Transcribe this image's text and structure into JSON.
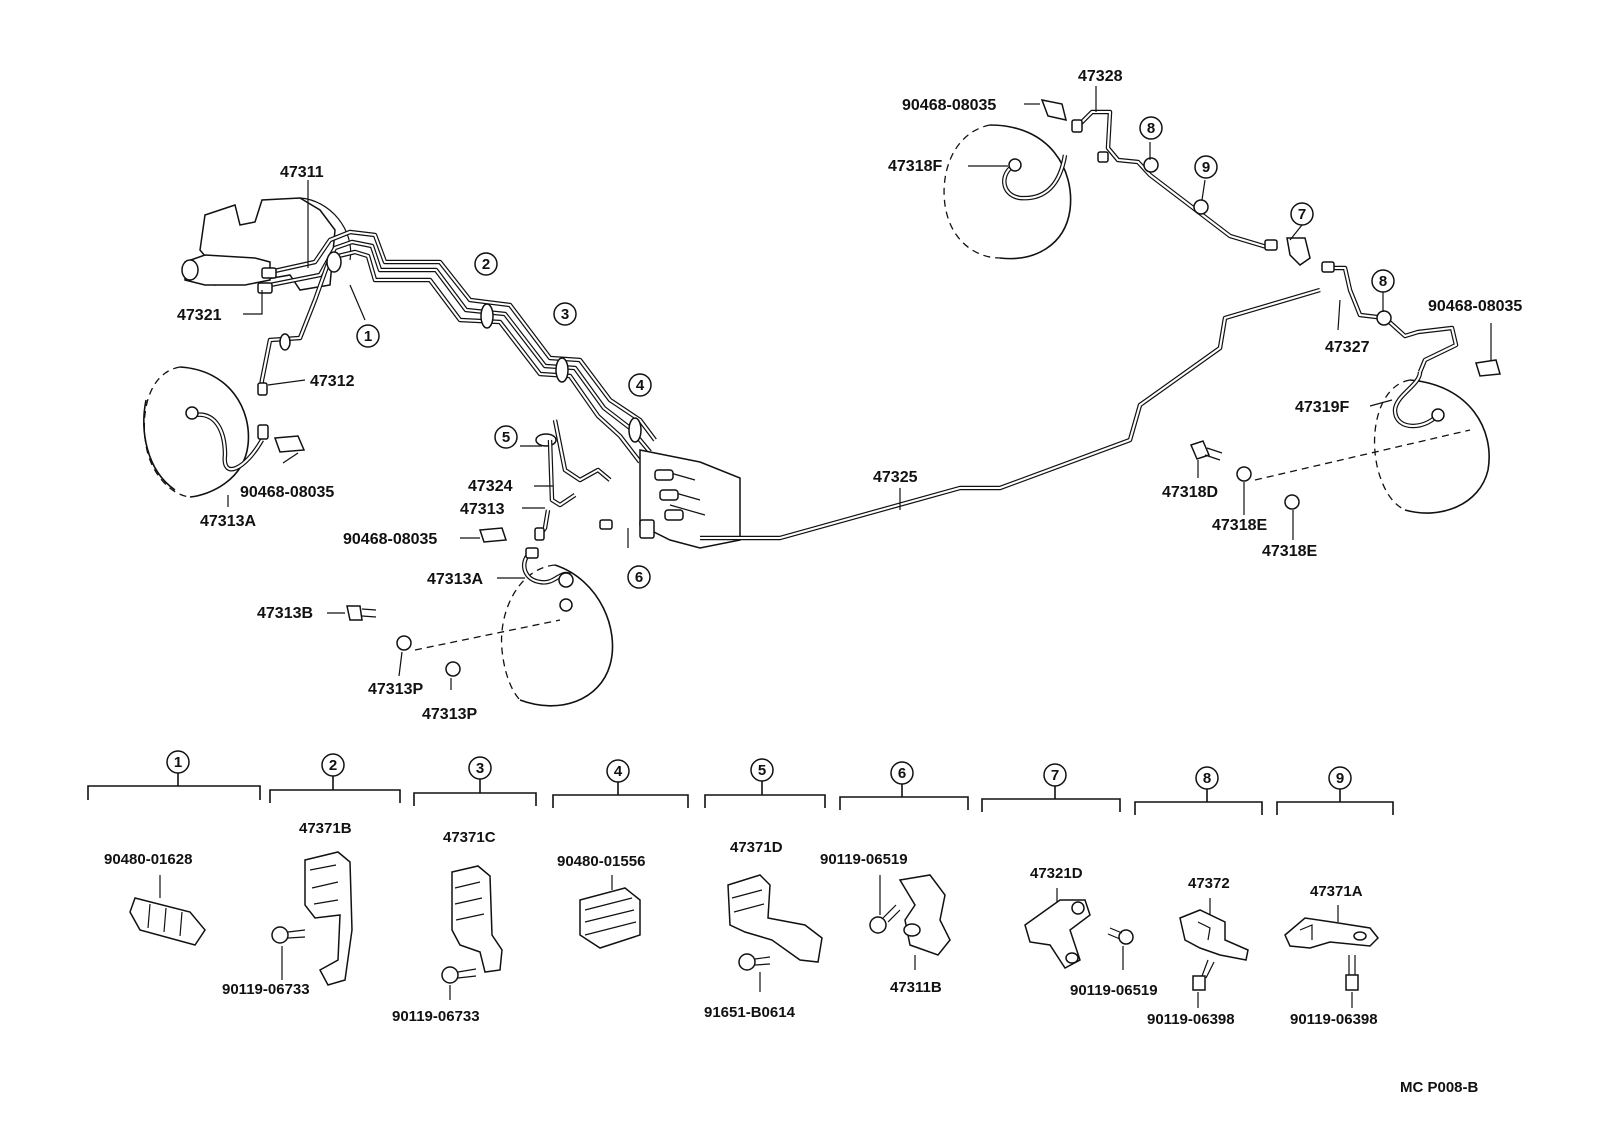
{
  "title_code": "MC P008-B",
  "callouts": {
    "c1": "47311",
    "c2": "47321",
    "c3": "47312",
    "c4": "90468-08035",
    "c5": "47313A",
    "c6": "47324",
    "c7": "47313",
    "c8": "90468-08035",
    "c9": "47313A",
    "c10": "47313B",
    "c11": "47313P",
    "c12": "47313P",
    "c13": "47325",
    "c14": "47328",
    "c15": "90468-08035",
    "c16": "47318F",
    "c17": "47327",
    "c18": "90468-08035",
    "c19": "47319F",
    "c20": "47318D",
    "c21": "47318E",
    "c22": "47318E"
  },
  "markers": [
    "1",
    "2",
    "3",
    "4",
    "5",
    "6",
    "7",
    "8",
    "9"
  ],
  "groups": [
    {
      "num": "1",
      "parts": [
        "90480-01628"
      ]
    },
    {
      "num": "2",
      "parts": [
        "47371B",
        "90119-06733"
      ]
    },
    {
      "num": "3",
      "parts": [
        "47371C",
        "90119-06733"
      ]
    },
    {
      "num": "4",
      "parts": [
        "90480-01556"
      ]
    },
    {
      "num": "5",
      "parts": [
        "47371D",
        "91651-B0614"
      ]
    },
    {
      "num": "6",
      "parts": [
        "90119-06519",
        "47311B"
      ]
    },
    {
      "num": "7",
      "parts": [
        "47321D",
        "90119-06519"
      ]
    },
    {
      "num": "8",
      "parts": [
        "47372",
        "90119-06398"
      ]
    },
    {
      "num": "9",
      "parts": [
        "47371A",
        "90119-06398"
      ]
    }
  ],
  "icons": [
    "brake-disc-icon",
    "master-cylinder-icon",
    "brake-tube-icon",
    "clip-icon",
    "bolt-icon",
    "washer-icon",
    "bracket-icon",
    "hose-icon"
  ]
}
